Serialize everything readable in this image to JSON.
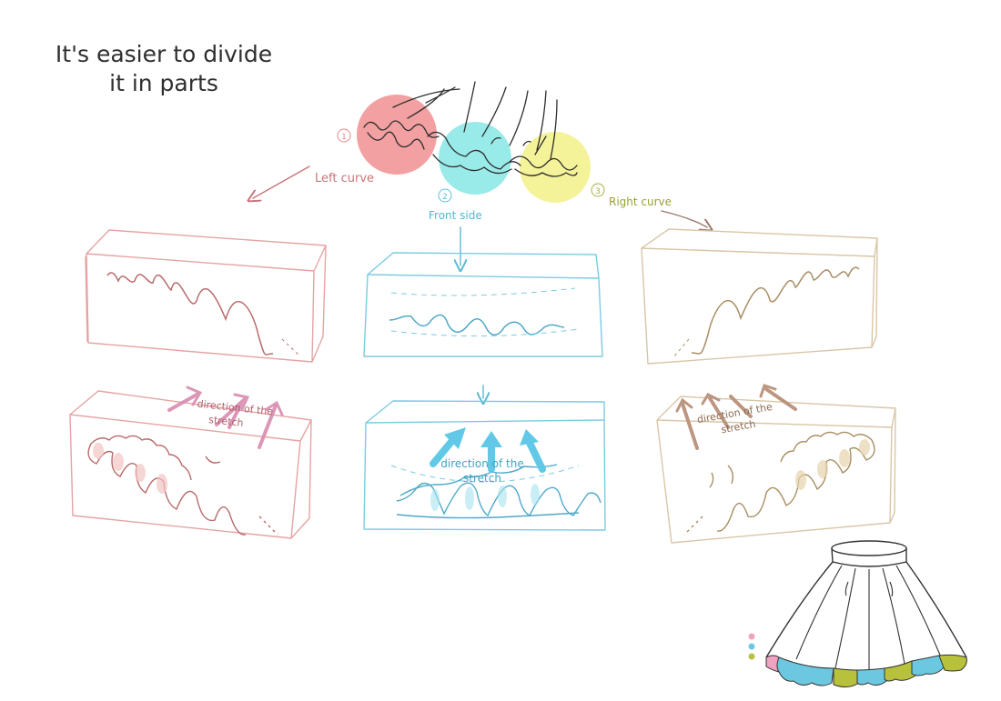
{
  "title": {
    "line1": "It's easier to divide",
    "line2": "it in parts"
  },
  "parts": [
    {
      "number": "1",
      "label": "Left curve",
      "color": "#e8878b"
    },
    {
      "number": "2",
      "label": "Front side",
      "color": "#5cc3d8"
    },
    {
      "number": "3",
      "label": "Right curve",
      "color": "#a8b03c"
    }
  ],
  "stretch_label": {
    "line1": "direction of the",
    "line2": "stretch"
  },
  "colors": {
    "pink_line": "#d98a8e",
    "pink_arrow": "#d98bb0",
    "blue_line": "#63bfd6",
    "blue_arrow": "#59c7e6",
    "tan_line": "#cdb58f",
    "tan_arrow": "#b9917a",
    "ink": "#333333"
  },
  "legend_dots": [
    "#f0a3c0",
    "#6cc8e0",
    "#b7c13c"
  ]
}
